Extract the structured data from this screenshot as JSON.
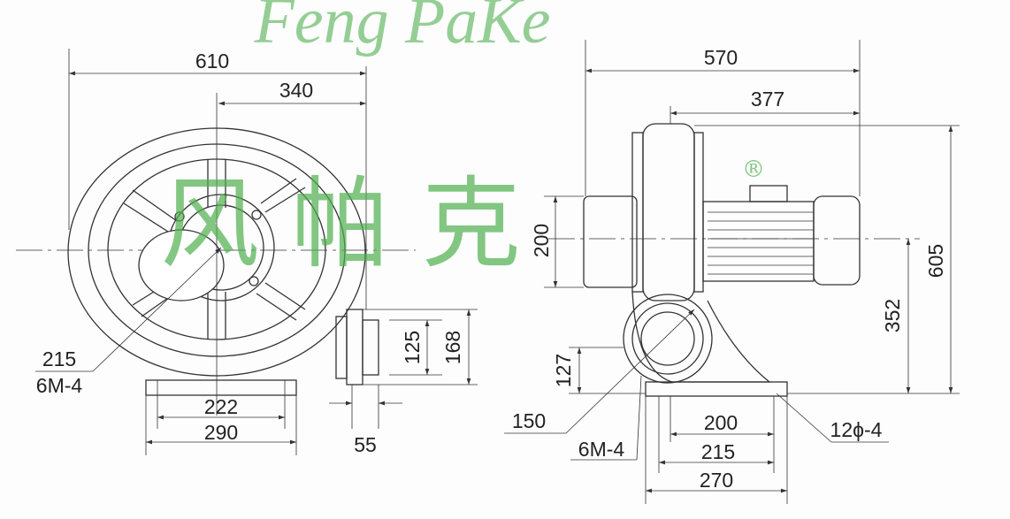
{
  "left_view": {
    "overall_width": "610",
    "outlet_offset": "340",
    "bolt_circle": "215",
    "bolt_spec": "6M-4",
    "base_inner": "222",
    "base_outer": "290",
    "outlet_depth": "55",
    "outlet_inner": "125",
    "outlet_outer": "168"
  },
  "right_view": {
    "overall_length": "570",
    "motor_length": "377",
    "overall_height": "605",
    "center_height": "352",
    "housing_dim": "200",
    "inlet_height": "127",
    "inlet_diameter": "150",
    "bolt_spec": "6M-4",
    "base_hole_span": "200",
    "base_mid": "215",
    "base_total": "270",
    "mount_holes": "12ϕ-4"
  },
  "watermark": {
    "chinese": "风 帕 克",
    "registered": "®",
    "latin": "Feng PaKe"
  }
}
